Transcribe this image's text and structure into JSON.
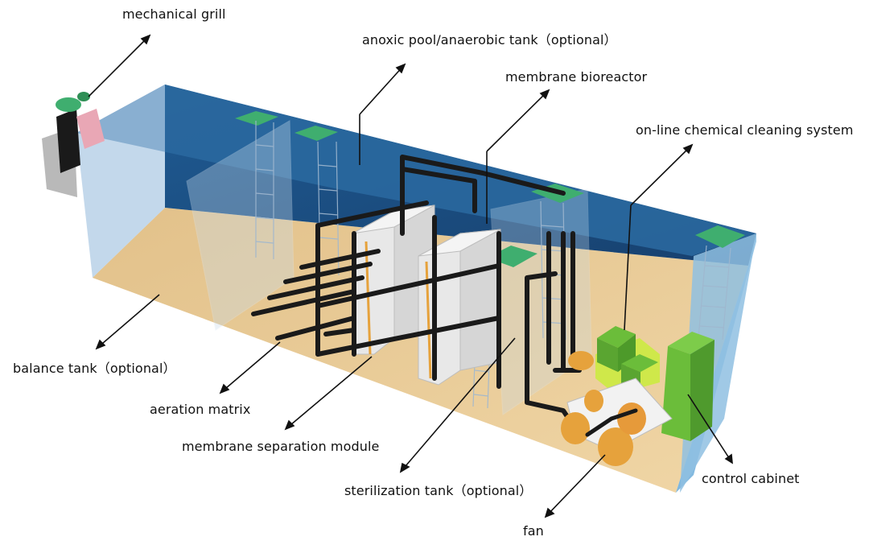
{
  "labels": {
    "mechanical_grill": "mechanical grill",
    "anoxic_pool": "anoxic pool/anaerobic tank（optional）",
    "membrane_bioreactor": "membrane bioreactor",
    "online_cleaning": "on-line chemical cleaning system",
    "balance_tank": "balance tank（optional）",
    "aeration_matrix": "aeration matrix",
    "membrane_separation": "membrane separation module",
    "sterilization_tank": "sterilization tank（optional）",
    "control_cabinet": "control  cabinet",
    "fan": "fan"
  },
  "colors": {
    "water_dark": "#1c4f83",
    "water_light": "#6fa6cf",
    "floor": "#e8c88f",
    "pipe": "#1a1a1a",
    "module": "#e6e6e6",
    "green_pad": "#3fae6f",
    "lime": "#cfe84a",
    "green_box": "#6bbd3a",
    "orange": "#e6a23c",
    "grill_pink": "#e9a7b5"
  }
}
